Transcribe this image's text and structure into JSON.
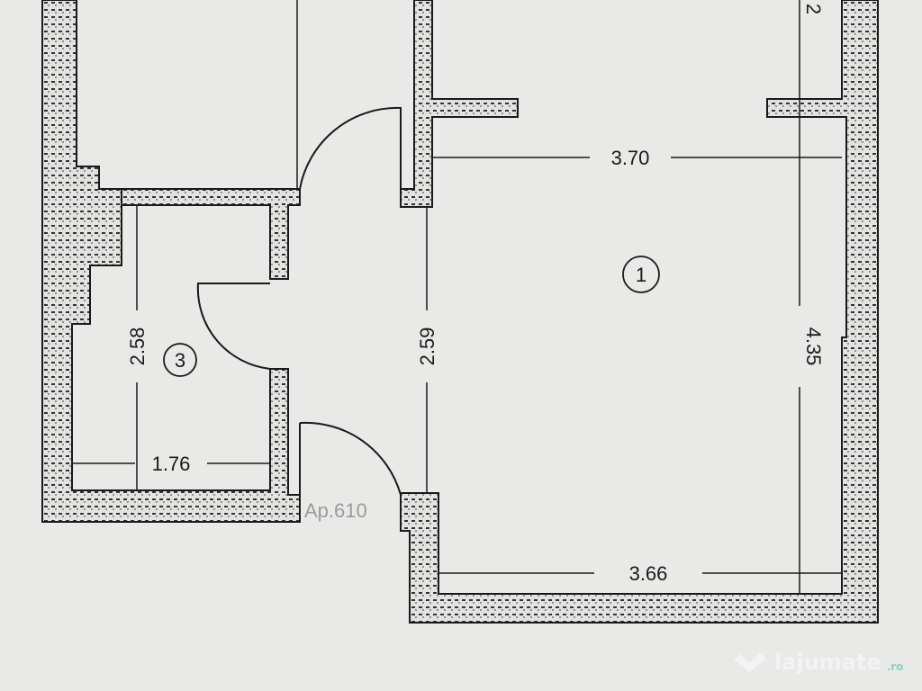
{
  "plan": {
    "rooms": [
      {
        "number": "1"
      },
      {
        "number": "3"
      }
    ],
    "dimensions": {
      "room1_top_width": "3.70",
      "room1_bottom_width": "3.66",
      "room1_height": "4.35",
      "room1_left_height": "2.59",
      "room3_height": "2.58",
      "room3_width": "1.76",
      "top_right_partial": "2"
    },
    "apartment_label": "Ap.610"
  },
  "watermark": {
    "brand": "lajumate",
    "tld": ".ro"
  },
  "colors": {
    "background": "#e9e9e7",
    "wall_outline": "#1a1a1a",
    "wall_fill": "#dcdcdc"
  }
}
